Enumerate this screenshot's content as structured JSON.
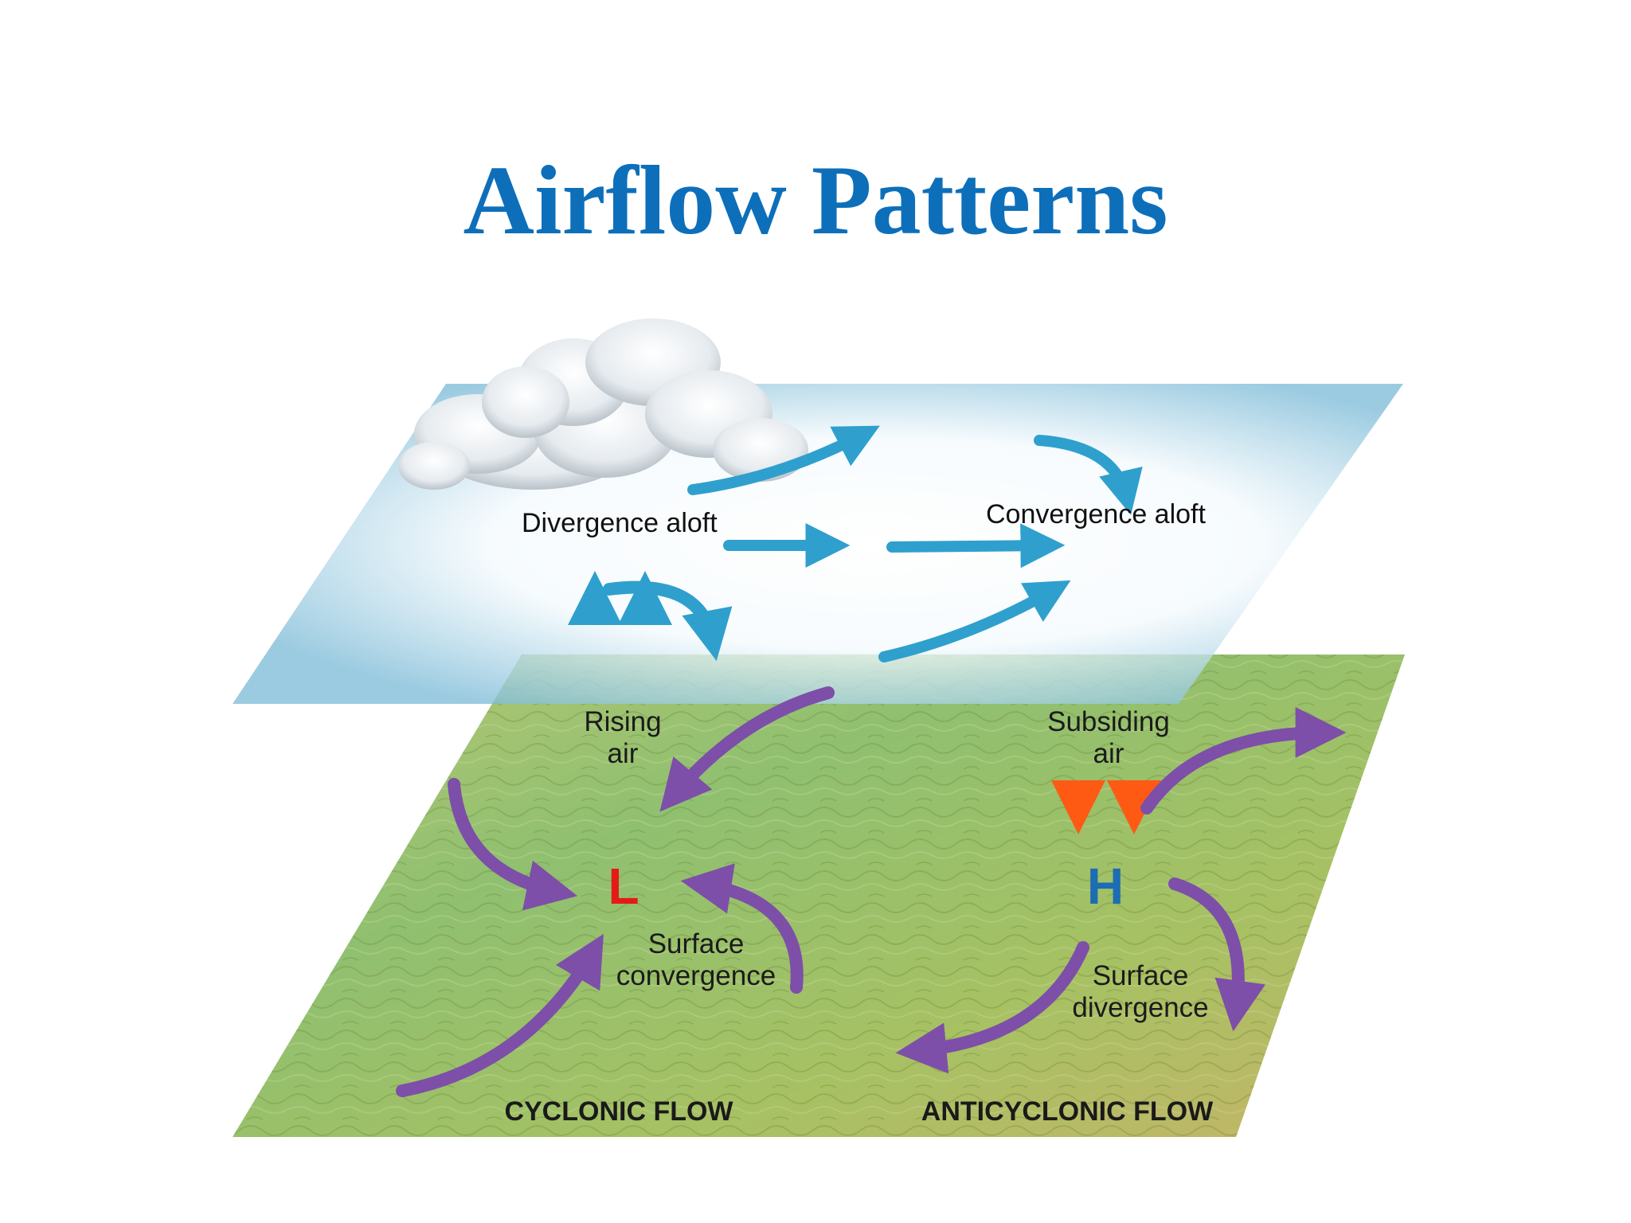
{
  "title": "Airflow Patterns",
  "labels": {
    "divergence_aloft": "Divergence aloft",
    "convergence_aloft": "Convergence aloft",
    "rising_air_line1": "Rising",
    "rising_air_line2": "air",
    "subsiding_air_line1": "Subsiding",
    "subsiding_air_line2": "air",
    "low": "L",
    "high": "H",
    "surface_convergence_line1": "Surface",
    "surface_convergence_line2": "convergence",
    "surface_divergence_line1": "Surface",
    "surface_divergence_line2": "divergence",
    "cyclonic_flow": "CYCLONIC FLOW",
    "anticyclonic_flow": "ANTICYCLONIC FLOW"
  },
  "colors": {
    "title": "#0d6fba",
    "upper_plane": "#8ec7df",
    "ground": "#9dbb5a",
    "aloft_arrow": "#2fa0cd",
    "surface_arrow": "#7d4fa8",
    "vertical_arrow_warm": "#ff5a14",
    "low_marker": "#e41b17",
    "high_marker": "#1d6db3"
  }
}
